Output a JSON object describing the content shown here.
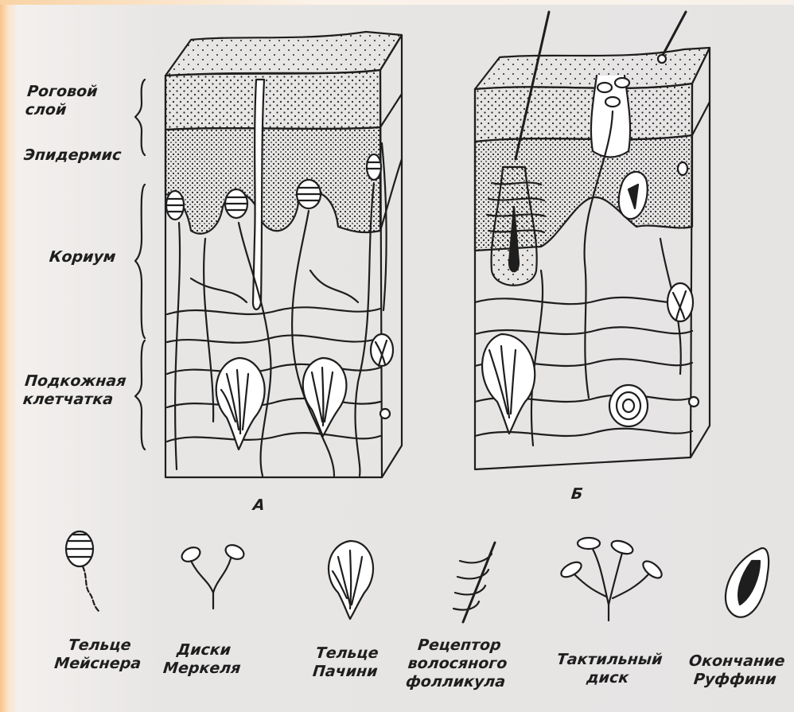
{
  "layer_labels": {
    "horny_layer": [
      "Роговой",
      "слой"
    ],
    "epidermis": "Эпидермис",
    "corium": "Кориум",
    "subcutis": [
      "Подкожная",
      "клетчатка"
    ]
  },
  "panel_labels": {
    "a": "А",
    "b": "Б"
  },
  "receptors": [
    {
      "name": [
        "Тельце",
        "Мейснера"
      ],
      "icon": "meissner-corpuscle-icon"
    },
    {
      "name": [
        "Диски",
        "Меркеля"
      ],
      "icon": "merkel-disc-icon"
    },
    {
      "name": [
        "Тельце",
        "Пачини"
      ],
      "icon": "pacinian-corpuscle-icon"
    },
    {
      "name": [
        "Рецептор",
        "волосяного",
        "фолликула"
      ],
      "icon": "hair-follicle-receptor-icon"
    },
    {
      "name": [
        "Тактильный",
        "диск"
      ],
      "icon": "tactile-disc-icon"
    },
    {
      "name": [
        "Окончание",
        "Руффини"
      ],
      "icon": "ruffini-ending-icon"
    }
  ],
  "colors": {
    "ink": "#1e1e1e",
    "paper": "#e9e7e6",
    "accent_strip": "#f6c48a"
  }
}
